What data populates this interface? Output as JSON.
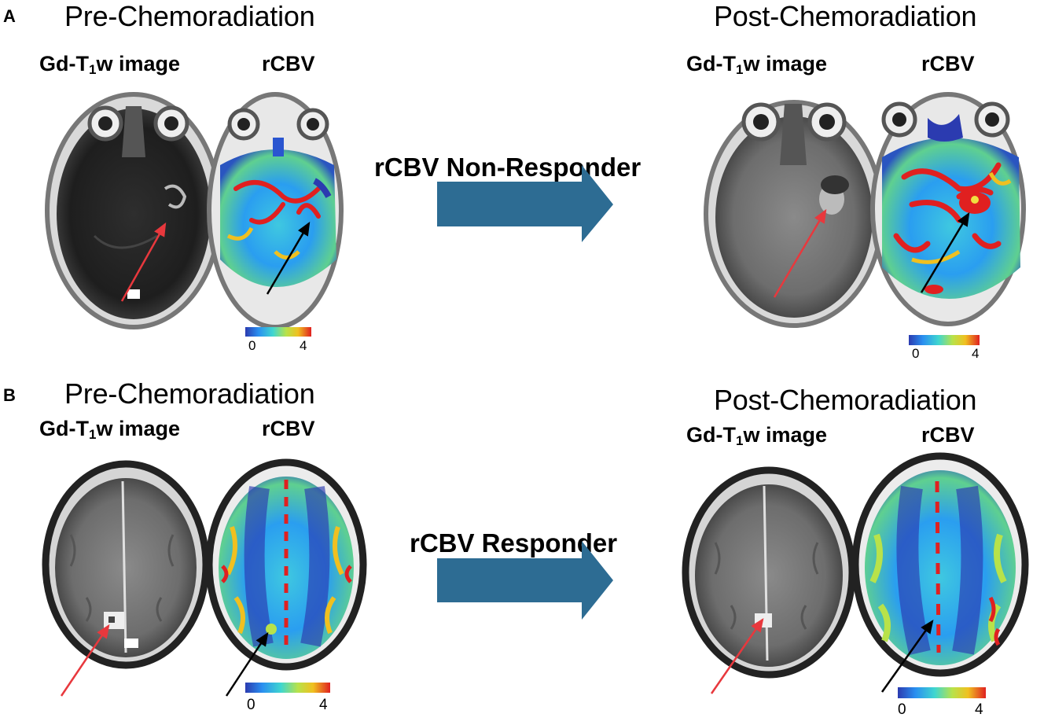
{
  "panels": [
    {
      "letter": "A",
      "pre_title": "Pre-Chemoradiation",
      "post_title": "Post-Chemoradiation",
      "response_label": "rCBV Non-Responder",
      "pre_image_label": {
        "main": "Gd-T",
        "subscript": "1",
        "rest": "w image"
      },
      "pre_map_label": "rCBV",
      "post_image_label": {
        "main": "Gd-T",
        "subscript": "1",
        "rest": "w image"
      },
      "post_map_label": "rCBV",
      "pre_colorbar": {
        "min": "0",
        "max": "4"
      },
      "post_colorbar": {
        "min": "0",
        "max": "4"
      }
    },
    {
      "letter": "B",
      "pre_title": "Pre-Chemoradiation",
      "post_title": "Post-Chemoradiation",
      "response_label": "rCBV Responder",
      "pre_image_label": {
        "main": "Gd-T",
        "subscript": "1",
        "rest": "w image"
      },
      "pre_map_label": "rCBV",
      "post_image_label": {
        "main": "Gd-T",
        "subscript": "1",
        "rest": "w image"
      },
      "post_map_label": "rCBV",
      "pre_colorbar": {
        "min": "0",
        "max": "4"
      },
      "post_colorbar": {
        "min": "0",
        "max": "4"
      }
    }
  ],
  "colors": {
    "arrow": "#2d6c93",
    "red_pointer": "#e8383d",
    "black_pointer": "#000000",
    "colormap": [
      "#2b3bb0",
      "#2a8ff0",
      "#3fd6d0",
      "#b8e24a",
      "#f0c020",
      "#e02020"
    ]
  }
}
